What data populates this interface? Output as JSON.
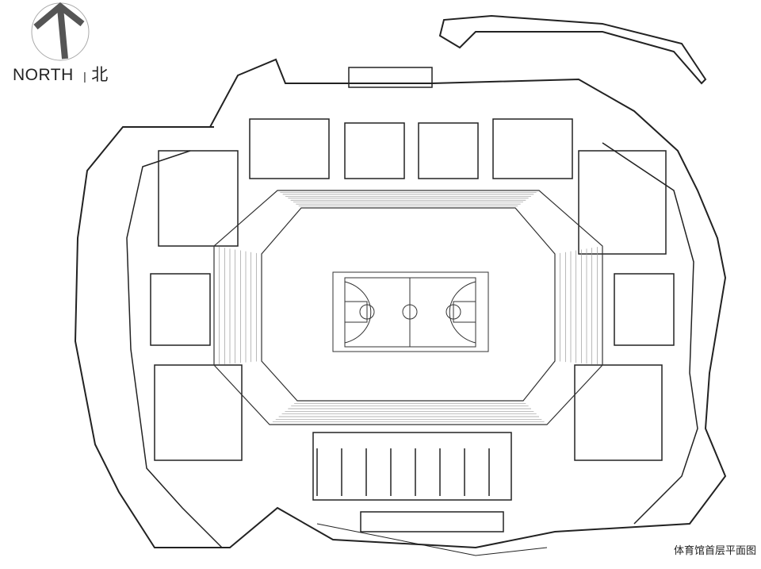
{
  "compass": {
    "label": "NORTH",
    "separator": "|",
    "label_cn": "北"
  },
  "title": "体育馆首层平面图",
  "colors": {
    "line": "#222222",
    "seat": "#8a8a8a",
    "court": "#333333"
  }
}
